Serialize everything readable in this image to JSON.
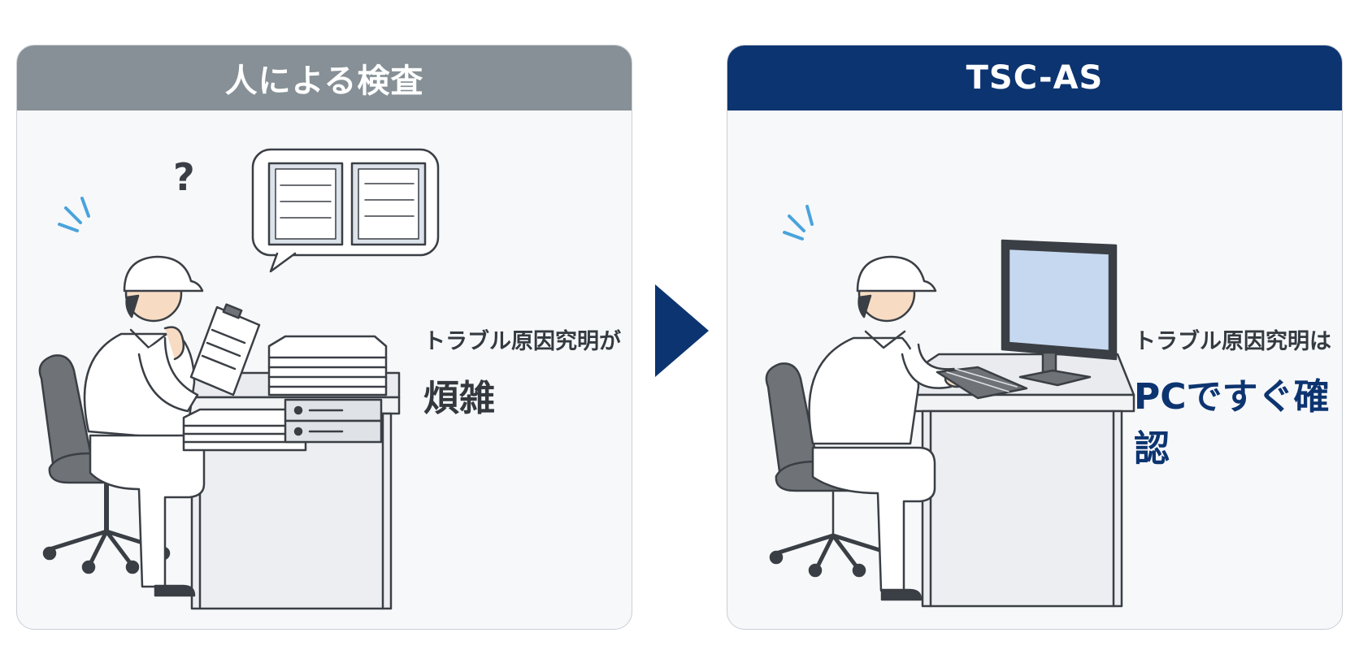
{
  "left_panel": {
    "header": "人による検査",
    "caption_sub": "トラブル原因究明が",
    "caption_main": "煩雑",
    "thought_icon": "question-mark-icon"
  },
  "right_panel": {
    "header": "TSC-AS",
    "caption_sub": "トラブル原因究明は",
    "caption_main": "PCですぐ確認"
  },
  "colors": {
    "left_header": "#869096",
    "right_header": "#0c3470",
    "arrow": "#0c3470",
    "accent_lines": "#4aa3dc",
    "monitor_screen": "#c6d8ef"
  }
}
